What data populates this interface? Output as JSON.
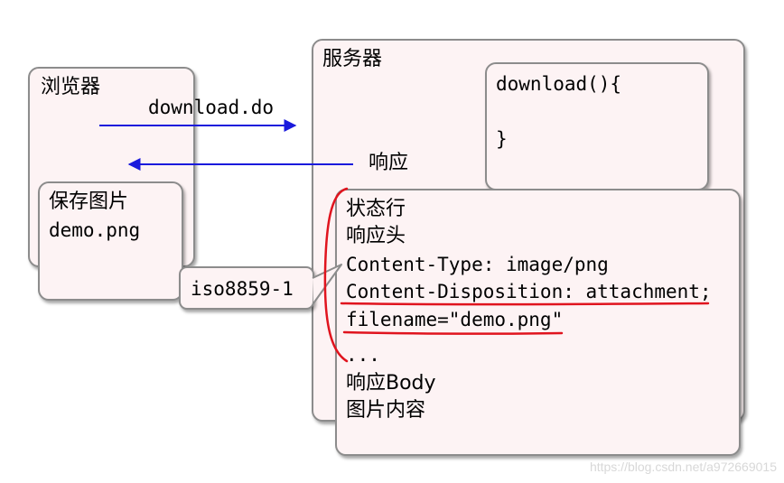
{
  "browser": {
    "title": "浏览器",
    "save_box": {
      "line1": "保存图片",
      "line2": "demo.png"
    }
  },
  "server": {
    "title": "服务器",
    "code": {
      "line1": "download(){",
      "line2": "}"
    }
  },
  "arrows": {
    "request_label": "download.do",
    "response_label": "响应"
  },
  "callout": {
    "label": "iso8859-1"
  },
  "response": {
    "lines": [
      "状态行",
      "响应头",
      "Content-Type: image/png",
      "Content-Disposition: attachment;",
      "filename=\"demo.png\"",
      "...",
      "响应Body",
      "图片内容"
    ]
  },
  "colors": {
    "box_fill": "#fdf3f4",
    "box_border": "#8c8c8c",
    "arrow": "#1a1adc",
    "highlight": "#e0141e"
  },
  "watermark": "https://blog.csdn.net/a972669015"
}
